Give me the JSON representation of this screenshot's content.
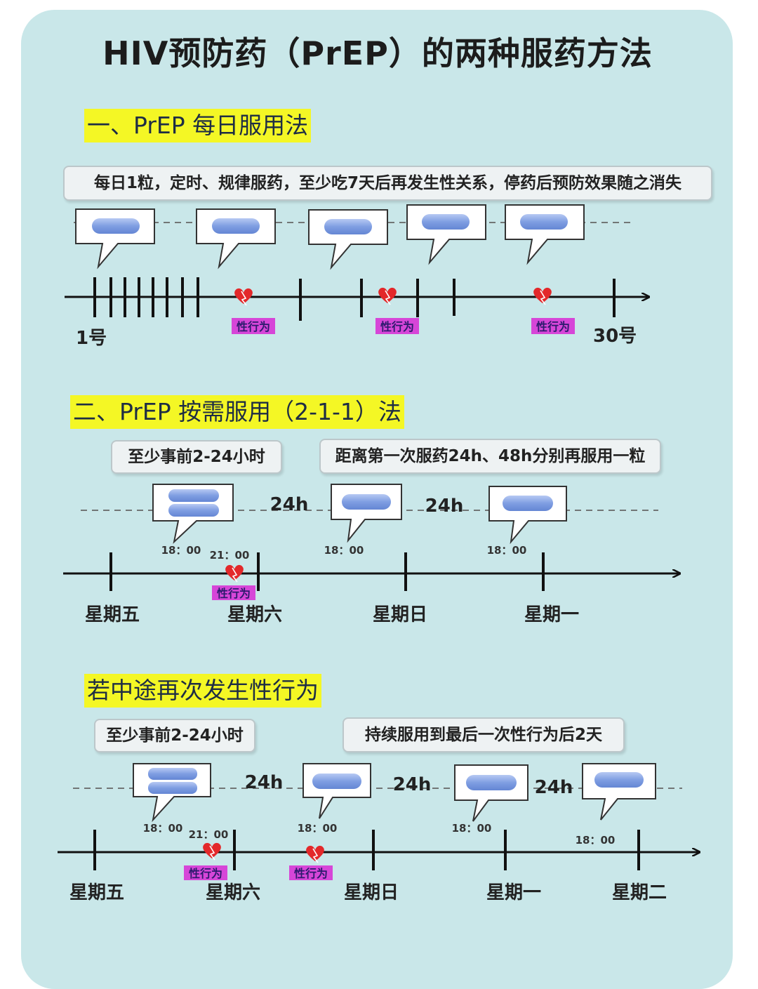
{
  "title": "HIV预防药（PrEP）的两种服药方法",
  "section1": {
    "heading": "一、PrEP 每日服用法",
    "note": "每日1粒，定时、规律服药，至少吃7天后再发生性关系，停药后预防效果随之消失",
    "start_label": "1号",
    "end_label": "30号",
    "sex_label": "性行为"
  },
  "section2": {
    "heading": "二、PrEP 按需服用（2-1-1）法",
    "note_left": "至少事前2-24小时",
    "note_right": "距离第一次服药24h、48h分别再服用一粒",
    "interval": "24h",
    "days": [
      "星期五",
      "星期六",
      "星期日",
      "星期一"
    ],
    "dose_times": [
      "18：00",
      "18：00",
      "18：00"
    ],
    "sex_time": "21：00",
    "sex_label": "性行为"
  },
  "section3": {
    "heading": "若中途再次发生性行为",
    "note_left": "至少事前2-24小时",
    "note_right": "持续服用到最后一次性行为后2天",
    "interval": "24h",
    "days": [
      "星期五",
      "星期六",
      "星期日",
      "星期一",
      "星期二"
    ],
    "dose_times": [
      "18：00",
      "18：00",
      "18：00",
      "18：00"
    ],
    "sex_time": "21：00",
    "sex_label": "性行为"
  },
  "colors": {
    "background": "#c9e7e9",
    "highlight": "#f4f725",
    "pill": "#7f9ee2",
    "heart": "#e3282a",
    "sex_tag": "#d646d8"
  }
}
